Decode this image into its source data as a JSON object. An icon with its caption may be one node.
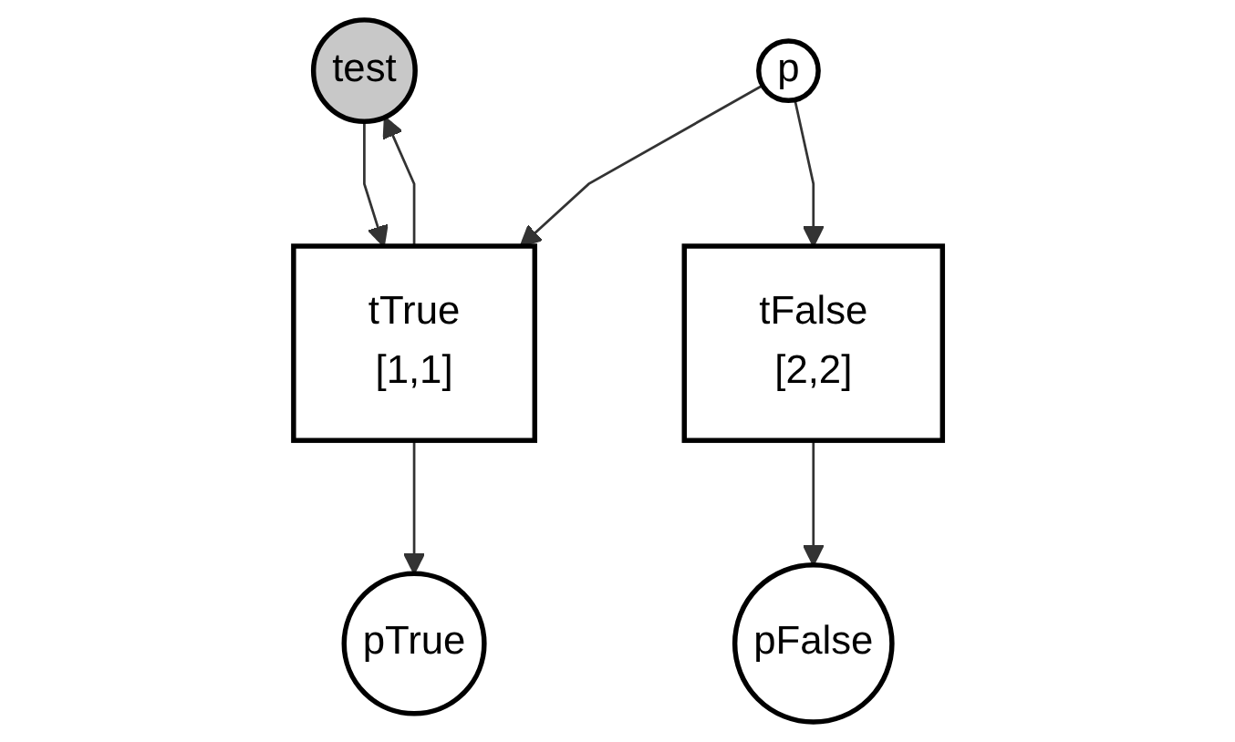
{
  "diagram": {
    "nodes": [
      {
        "text": [
          "test"
        ]
      },
      {
        "text": [
          "p"
        ]
      },
      {
        "text": [
          "tTrue",
          "[1,1]"
        ]
      },
      {
        "text": [
          "tFalse",
          "[2,2]"
        ]
      },
      {
        "text": [
          "pTrue"
        ]
      },
      {
        "text": [
          "pFalse"
        ]
      }
    ],
    "edges": [
      {
        "from": 0,
        "to": 2,
        "arrow": "to"
      },
      {
        "from": 2,
        "to": 0,
        "arrow": "to"
      },
      {
        "from": 1,
        "to": 2,
        "arrow": "to"
      },
      {
        "from": 1,
        "to": 3,
        "arrow": "to"
      },
      {
        "from": 2,
        "to": 4,
        "arrow": "to"
      },
      {
        "from": 3,
        "to": 5,
        "arrow": "to"
      }
    ]
  }
}
